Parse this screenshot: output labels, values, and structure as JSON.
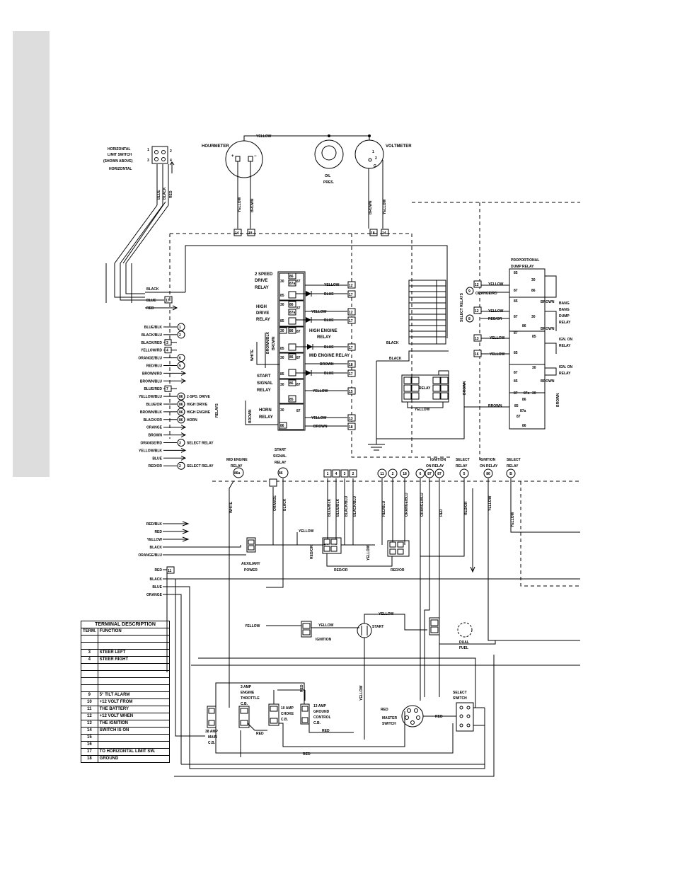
{
  "components": {
    "hourmeter": "HOURMETER",
    "voltmeter": "VOLTMETER",
    "oil_pres": [
      "OIL",
      "PRES."
    ],
    "limit_switch": [
      "HORIZONTAL",
      "LIMIT SWITCH",
      "(SHOWN ABOVE)",
      "HORIZONTAL"
    ],
    "prop_dump_relay": [
      "PROPORTIONAL",
      "DUMP RELAY"
    ],
    "select_relays": "SELECT RELAYS",
    "relays_side": "RELAYS",
    "two_speed_relay": [
      "2 SPEED",
      "DRIVE",
      "RELAY"
    ],
    "high_drive_relay": [
      "HIGH",
      "DRIVE",
      "RELAY"
    ],
    "high_engine_relay": [
      "HIGH ENGINE",
      "RELAY"
    ],
    "mid_engine_relay": "MID ENGINE RELAY",
    "start_signal_relay": [
      "START",
      "SIGNAL",
      "RELAY"
    ],
    "horn_relay": [
      "HORN",
      "RELAY"
    ],
    "relay": "RELAY",
    "bang_dump_relay": [
      "BANG",
      "BANG",
      "DUMP",
      "RELAY"
    ],
    "ign_on_relay": [
      "IGN. ON",
      "RELAY"
    ],
    "aux_power": [
      "AUXILIARY",
      "POWER"
    ],
    "ignition": "IGNITION",
    "start": "START",
    "dual_fuel": [
      "DUAL",
      "FUEL"
    ],
    "engine_throttle_cb": [
      "3 AMP",
      "ENGINE",
      "THROTTLE",
      "C.B."
    ],
    "choke_cb": [
      "10 AMP",
      "CHOKE",
      "C.B."
    ],
    "ground_control_cb": [
      "13 AMP",
      "GROUND",
      "CONTROL",
      "C.B."
    ],
    "main_cb": [
      "38 AMP",
      "MAIN",
      "C.B."
    ],
    "master_switch": [
      "MASTER",
      "SWITCH"
    ],
    "select_switch": [
      "SELECT",
      "SWITCH"
    ],
    "mid_engine_relay_conn": [
      "MID ENGINE",
      "RELAY"
    ],
    "start_signal_conn": [
      "START",
      "SIGNAL",
      "RELAY"
    ],
    "ignition_on_relay_conn": [
      "IGNITION",
      "ON RELAY"
    ],
    "select_relay_conn": [
      "SELECT",
      "RELAY"
    ]
  },
  "wires": {
    "yellow": "YELLOW",
    "brown": "BROWN",
    "blue": "BLUE",
    "black": "BLACK",
    "red": "RED",
    "white": "WHITE",
    "orange": "ORANGE",
    "red_or": "RED/OR",
    "orange_rd": "ORANGE/RD",
    "brown_blk": "BROWN/BLK",
    "left_list": [
      {
        "wire": "BLUE/BLK",
        "term": "1"
      },
      {
        "wire": "BLACK/BLU",
        "term": "2"
      },
      {
        "wire": "BLACK/RED",
        "term": "3"
      },
      {
        "wire": "YELLOW/RD",
        "term": "4"
      },
      {
        "wire": "ORANGE/BLU",
        "term": "6"
      },
      {
        "wire": "RED/BLU",
        "term": "5"
      },
      {
        "wire": "BROWN/RD",
        "term": ""
      },
      {
        "wire": "BROWN/BLU",
        "term": ""
      },
      {
        "wire": "BLUE/RED",
        "term": "7"
      },
      {
        "wire": "YELLOW/BLU",
        "term": "86",
        "dest": "2-SPD. DRIVE"
      },
      {
        "wire": "BLUE/OR",
        "term": "86",
        "dest": "HIGH DRIVE"
      },
      {
        "wire": "BROWN/BLK",
        "term": "86",
        "dest": "HIGH ENGINE"
      },
      {
        "wire": "BLACK/OR",
        "term": "86",
        "dest": "HORN"
      },
      {
        "wire": "ORANGE",
        "term": ""
      },
      {
        "wire": "BROWN",
        "term": ""
      },
      {
        "wire": "ORANGE/RD",
        "term": "3",
        "dest": "SELECT RELAY"
      },
      {
        "wire": "YELLOW/BLK",
        "term": ""
      },
      {
        "wire": "BLUE",
        "term": ""
      },
      {
        "wire": "RED/OR",
        "term": "2",
        "dest": "SELECT RELAY"
      }
    ],
    "left_list2": [
      {
        "wire": "RED/BLK",
        "term": ""
      },
      {
        "wire": "RED",
        "term": ""
      },
      {
        "wire": "YELLOW",
        "term": ""
      },
      {
        "wire": "BLACK",
        "term": ""
      },
      {
        "wire": "ORANGE/BLU",
        "term": ""
      },
      {
        "wire": "RED",
        "term": "11"
      },
      {
        "wire": "BLACK",
        "term": ""
      },
      {
        "wire": "BLUE",
        "term": ""
      },
      {
        "wire": "ORANGE",
        "term": ""
      }
    ],
    "bottom_verticals": [
      "WHITE",
      "ORANGE",
      "BLACK",
      "BLUE/BLK",
      "BLUE/BLK",
      "BLACK/BLU",
      "BLACK/BLU",
      "RED/BLU",
      "RED/BLU",
      "ORANGE/BLU",
      "ORANGE/BLU",
      "RED",
      "RED/OR",
      "YELLOW",
      "YELLOW"
    ]
  },
  "terminals": {
    "t14": "14",
    "t18": "18",
    "t12": "12",
    "t17": "17",
    "t16": "16",
    "t13": "13",
    "t15": "15",
    "t9": "9",
    "t8": "8",
    "bottom_row": [
      "1",
      "4",
      "3",
      "2",
      "11",
      "2",
      "18",
      "6",
      "87",
      "87",
      "5",
      "86",
      "B"
    ],
    "bottom_first": "86a",
    "bottom_second": "86"
  },
  "pins": {
    "p30": "30",
    "p87": "87",
    "p85": "85",
    "p86": "86",
    "p87a": "87a",
    "p86a": "86a"
  },
  "terminal_table": {
    "title": "TERMINAL DESCRIPTION",
    "col_term": "TERM.",
    "col_function": "FUNCTION",
    "rows": [
      {
        "term": "",
        "function": ""
      },
      {
        "term": "",
        "function": ""
      },
      {
        "term": "3",
        "function": "STEER LEFT"
      },
      {
        "term": "4",
        "function": "STEER RIGHT"
      },
      {
        "term": "",
        "function": ""
      },
      {
        "term": "",
        "function": ""
      },
      {
        "term": "",
        "function": ""
      },
      {
        "term": "",
        "function": ""
      },
      {
        "term": "9",
        "function": "5° TILT ALARM"
      },
      {
        "term": "10",
        "function": "+12 VOLT FROM"
      },
      {
        "term": "11",
        "function": "THE BATTERY"
      },
      {
        "term": "12",
        "function": "+12 VOLT WHEN"
      },
      {
        "term": "13",
        "function": "THE IGNITION"
      },
      {
        "term": "14",
        "function": "SWITCH IS ON"
      },
      {
        "term": "15",
        "function": ""
      },
      {
        "term": "16",
        "function": ""
      },
      {
        "term": "17",
        "function": "TO HORIZONTAL LIMIT SW."
      },
      {
        "term": "18",
        "function": "GROUND"
      }
    ]
  }
}
